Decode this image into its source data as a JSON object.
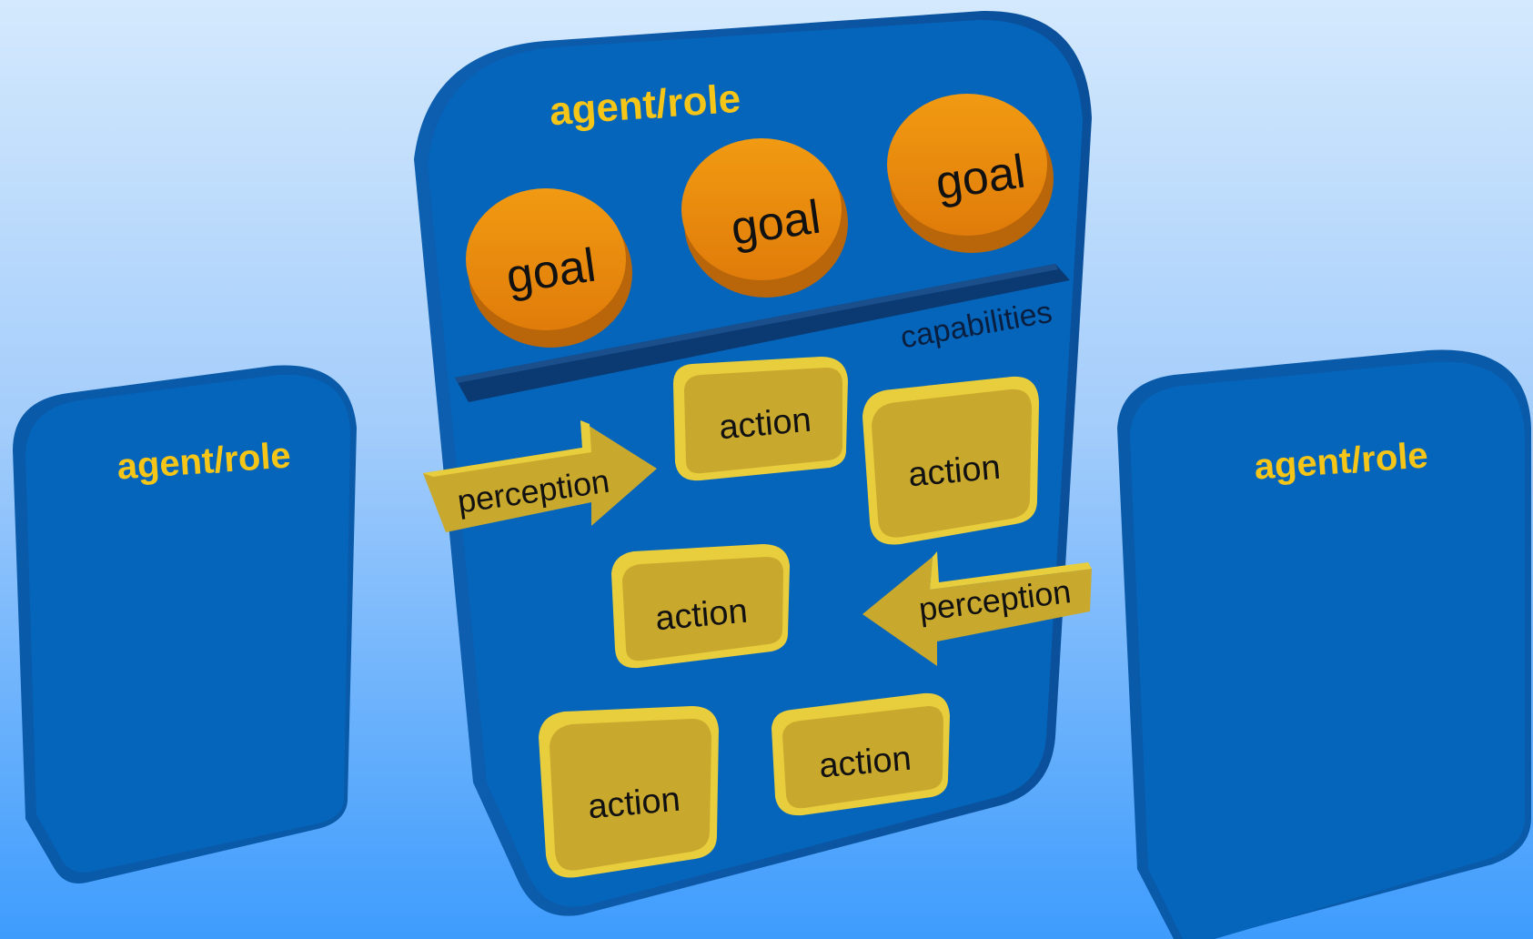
{
  "diagram": {
    "agents": [
      {
        "id": "left",
        "label": "agent/role"
      },
      {
        "id": "center",
        "label": "agent/role"
      },
      {
        "id": "right",
        "label": "agent/role"
      }
    ],
    "goals": [
      {
        "label": "goal"
      },
      {
        "label": "goal"
      },
      {
        "label": "goal"
      }
    ],
    "capabilities_label": "capabilities",
    "actions": [
      {
        "label": "action"
      },
      {
        "label": "action"
      },
      {
        "label": "action"
      },
      {
        "label": "action"
      },
      {
        "label": "action"
      }
    ],
    "perceptions": [
      {
        "label": "perception",
        "direction": "right"
      },
      {
        "label": "perception",
        "direction": "left"
      }
    ],
    "colors": {
      "agent_face": "#0565bb",
      "agent_edge": "#0a4f9a",
      "agent_label": "#f5c518",
      "goal_top": "#ee8a0a",
      "goal_side": "#b9650a",
      "action_face": "#c9a82e",
      "action_edge": "#e8cd3c",
      "capabilities_bar": "#0b3a72"
    }
  }
}
